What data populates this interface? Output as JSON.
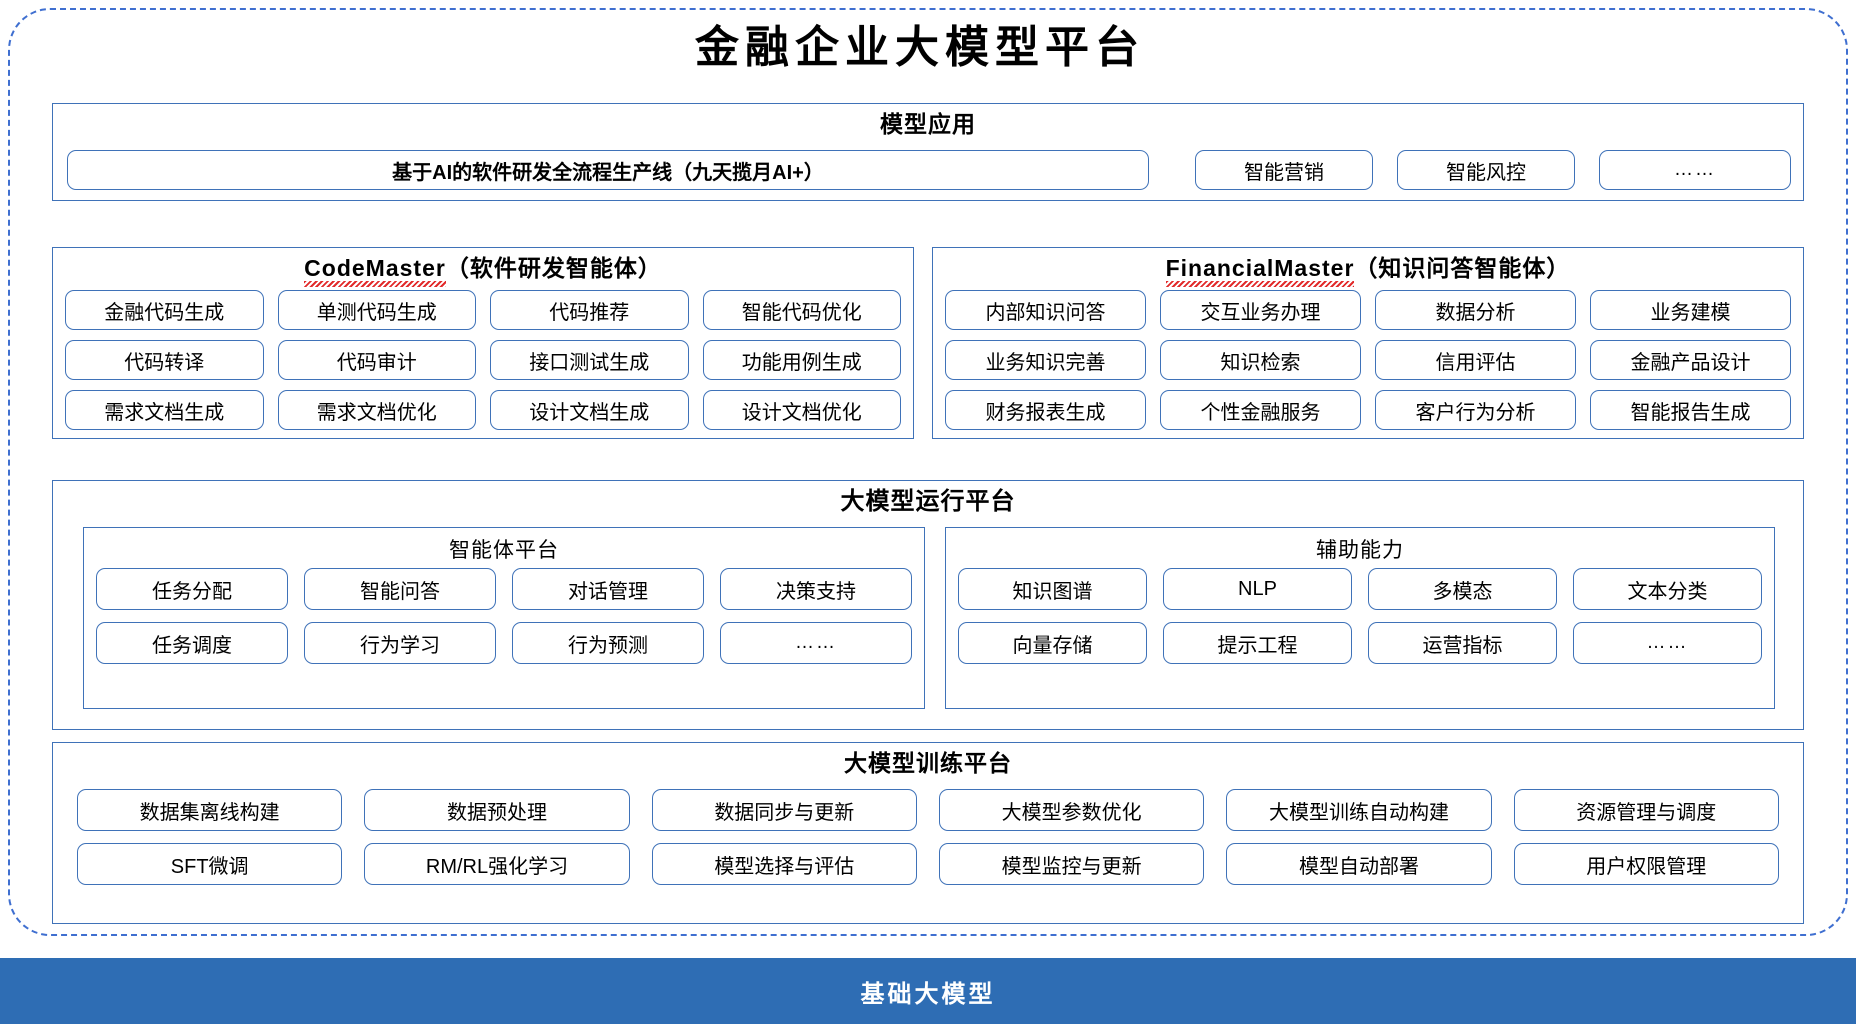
{
  "diagram": {
    "title": "金融企业大模型平台",
    "foundation_bar": "基础大模型"
  },
  "application_layer": {
    "title": "模型应用",
    "items": [
      "基于AI的软件研发全流程生产线（九天揽月AI+）",
      "智能营销",
      "智能风控",
      "……"
    ]
  },
  "agents": {
    "codemaster": {
      "name_en": "CodeMaster",
      "name_cn": "（软件研发智能体）",
      "rows": [
        [
          "金融代码生成",
          "单测代码生成",
          "代码推荐",
          "智能代码优化"
        ],
        [
          "代码转译",
          "代码审计",
          "接口测试生成",
          "功能用例生成"
        ],
        [
          "需求文档生成",
          "需求文档优化",
          "设计文档生成",
          "设计文档优化"
        ]
      ]
    },
    "financialmaster": {
      "name_en": "FinancialMaster",
      "name_cn": "（知识问答智能体）",
      "rows": [
        [
          "内部知识问答",
          "交互业务办理",
          "数据分析",
          "业务建模"
        ],
        [
          "业务知识完善",
          "知识检索",
          "信用评估",
          "金融产品设计"
        ],
        [
          "财务报表生成",
          "个性金融服务",
          "客户行为分析",
          "智能报告生成"
        ]
      ]
    }
  },
  "runtime_layer": {
    "title": "大模型运行平台",
    "agent_platform": {
      "title": "智能体平台",
      "rows": [
        [
          "任务分配",
          "智能问答",
          "对话管理",
          "决策支持"
        ],
        [
          "任务调度",
          "行为学习",
          "行为预测",
          "……"
        ]
      ]
    },
    "assist_capability": {
      "title": "辅助能力",
      "rows": [
        [
          "知识图谱",
          "NLP",
          "多模态",
          "文本分类"
        ],
        [
          "向量存储",
          "提示工程",
          "运营指标",
          "……"
        ]
      ]
    }
  },
  "training_layer": {
    "title": "大模型训练平台",
    "rows": [
      [
        "数据集离线构建",
        "数据预处理",
        "数据同步与更新",
        "大模型参数优化",
        "大模型训练自动构建",
        "资源管理与调度"
      ],
      [
        "SFT微调",
        "RM/RL强化学习",
        "模型选择与评估",
        "模型监控与更新",
        "模型自动部署",
        "用户权限管理"
      ]
    ]
  },
  "colors": {
    "border_blue": "#3f72b8",
    "frame_dash_blue": "#3f6fd0",
    "foundation_blue": "#2e6db4",
    "spell_underline_red": "#e02020"
  }
}
